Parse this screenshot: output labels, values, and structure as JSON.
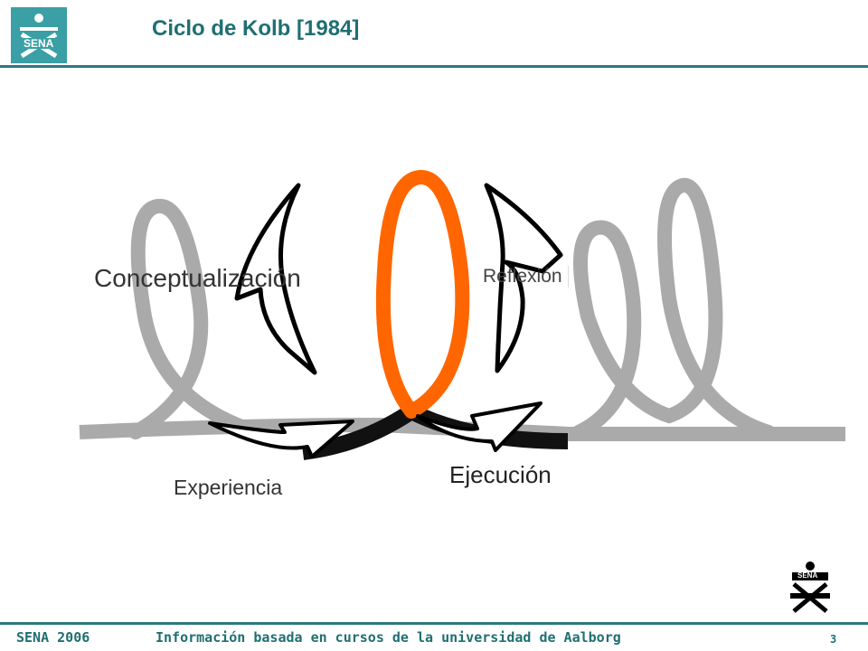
{
  "header": {
    "logo_text": "SENA",
    "title": "Ciclo de Kolb [1984]"
  },
  "diagram": {
    "labels": {
      "conceptualizacion": "Conceptualización",
      "reflexion": "Reflexión",
      "experiencia": "Experiencia",
      "ejecucion": "Ejecución"
    },
    "colors": {
      "gray_loop": "#aaaaaa",
      "orange_loop": "#ff6600",
      "black_band": "#111111"
    }
  },
  "footer": {
    "left": "SENA 2006",
    "center": "Información basada en cursos de la universidad de Aalborg",
    "page": "3",
    "logo_text": "SENA"
  }
}
